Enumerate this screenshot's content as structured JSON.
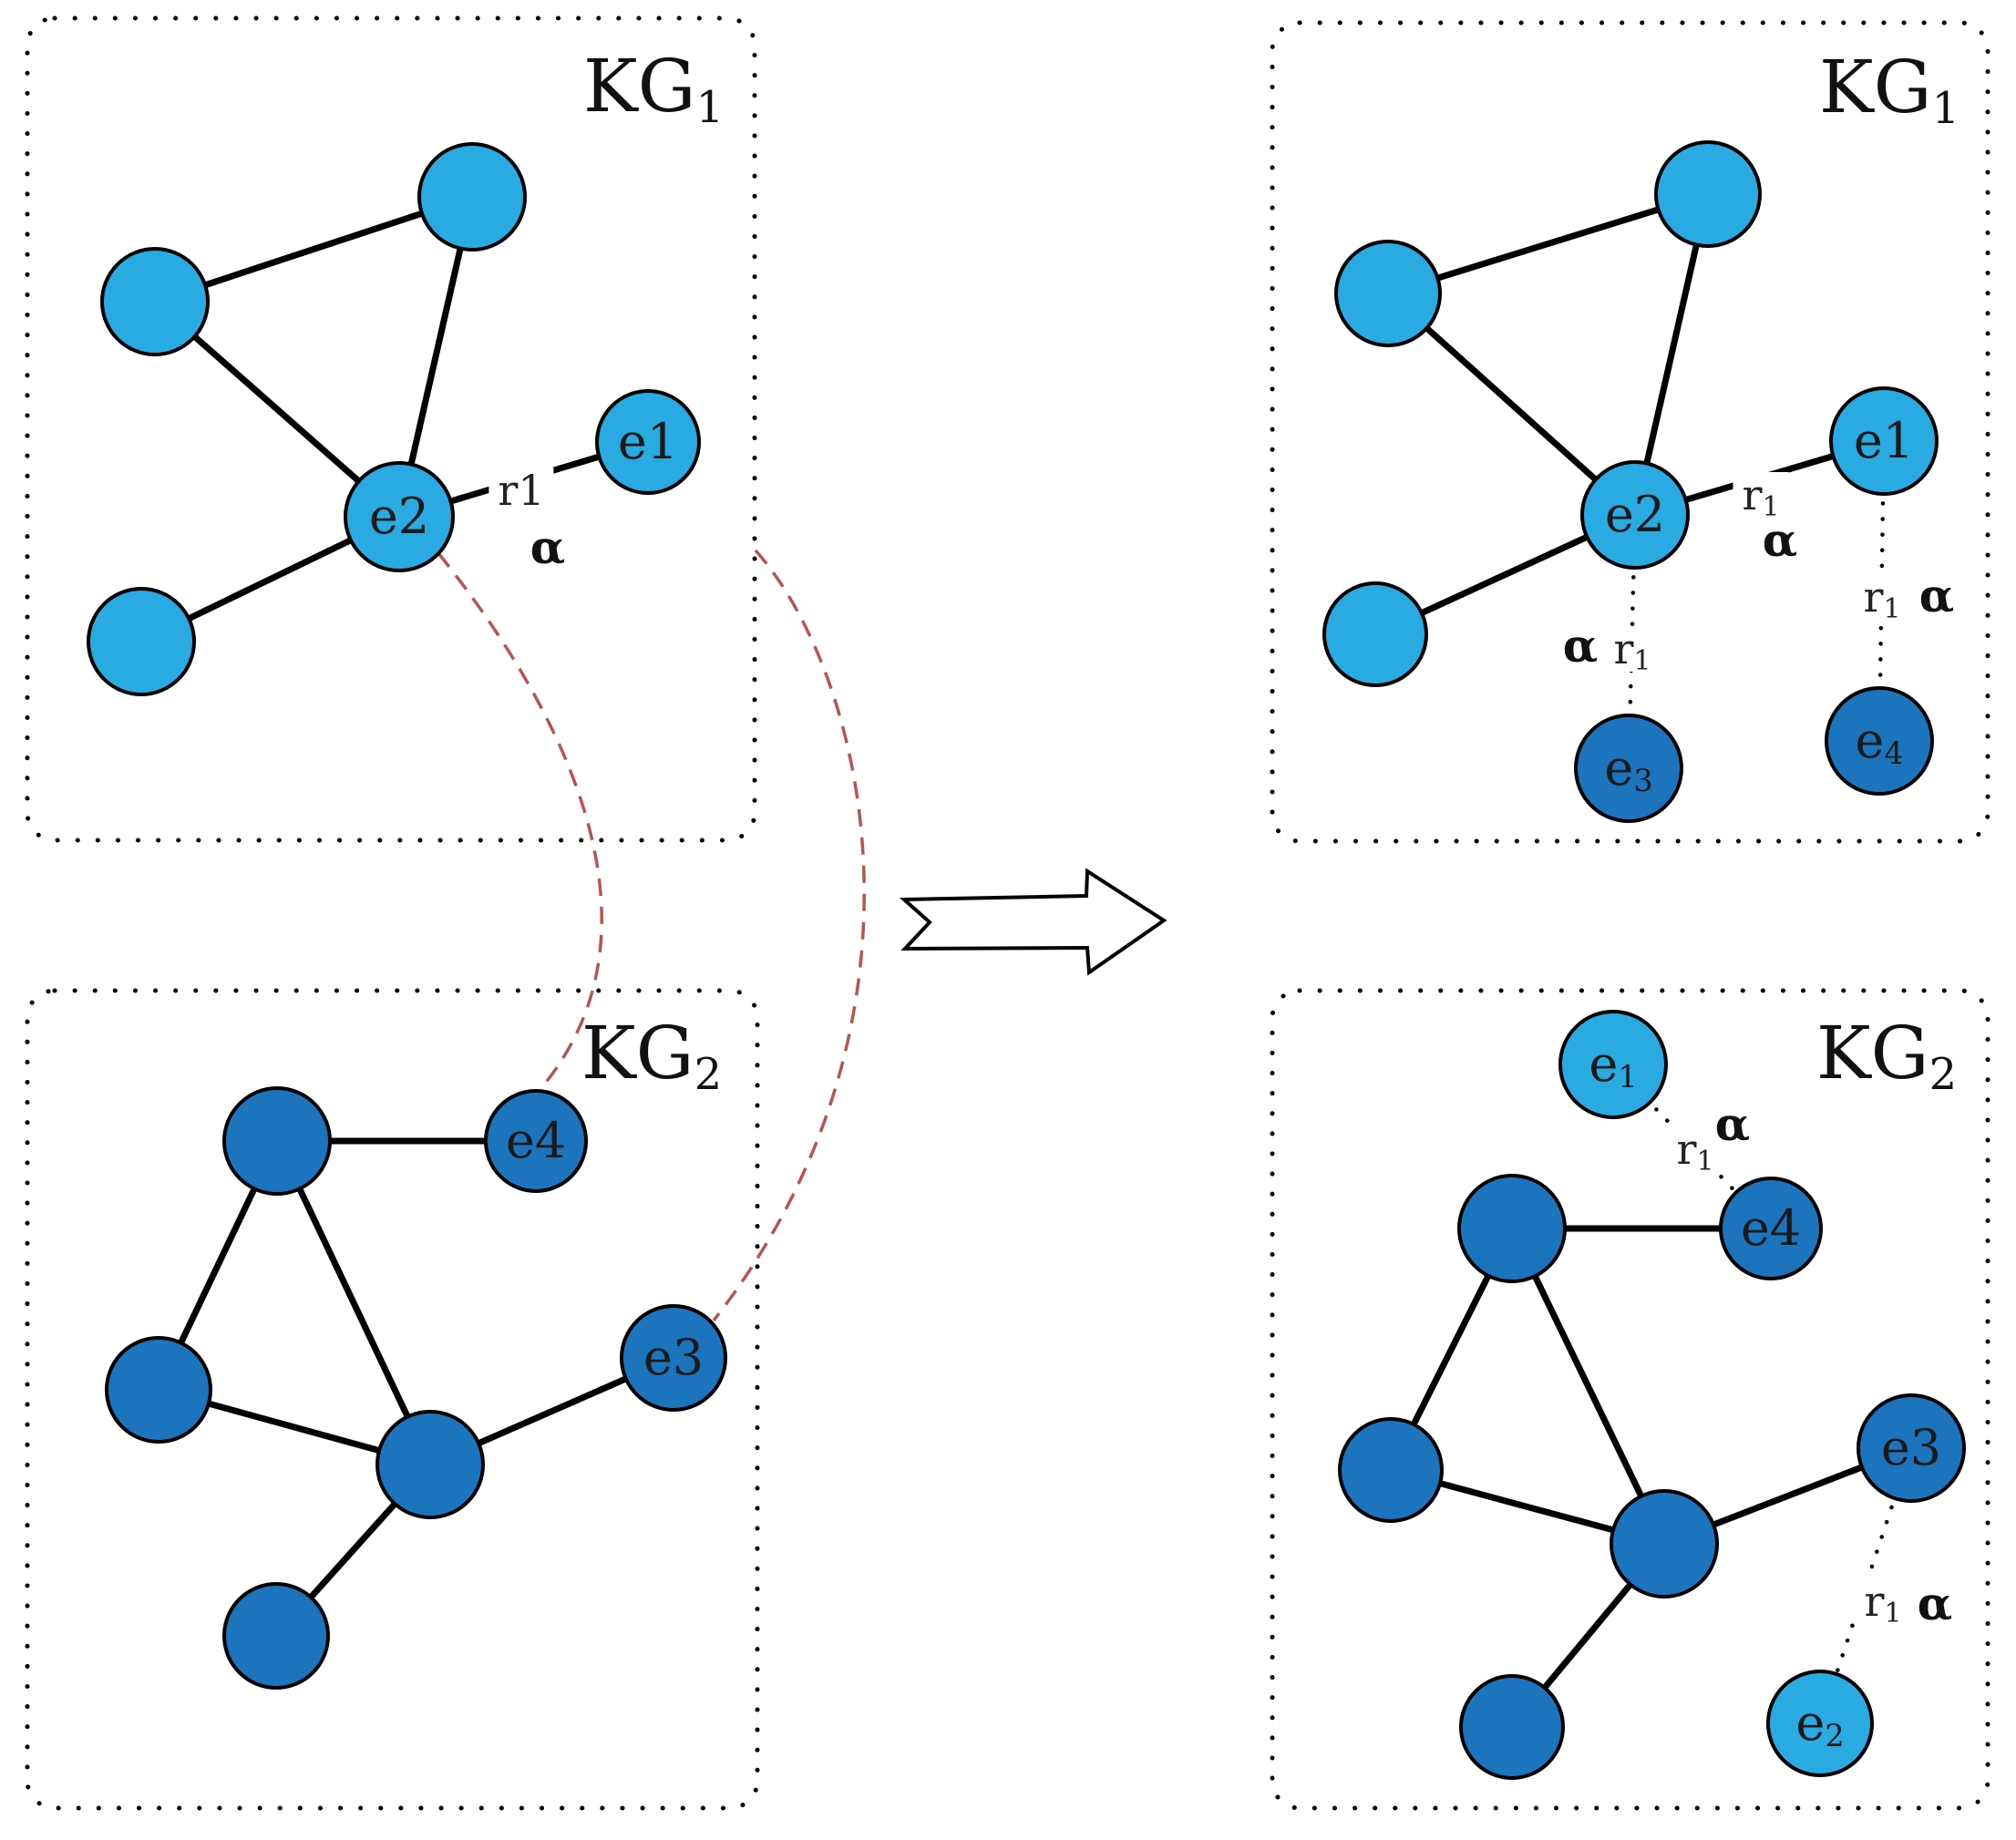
{
  "colors": {
    "light_node": "#29abe2",
    "dark_node": "#1c75bc",
    "stroke": "#000000",
    "alignment_link": "#b85450",
    "background": "#ffffff"
  },
  "icons": {
    "transform_arrow": "right-block-arrow"
  },
  "panels": {
    "kg1_before": {
      "title": {
        "base": "KG",
        "sub": "1"
      },
      "labels": {
        "e1": {
          "base": "e1",
          "sub": ""
        },
        "e2": {
          "base": "e2",
          "sub": ""
        },
        "r_e2_e1": {
          "base": "r1",
          "sub": ""
        },
        "alpha_e2_e1": "α"
      }
    },
    "kg2_before": {
      "title": {
        "base": "KG",
        "sub": "2"
      },
      "labels": {
        "e4": {
          "base": "e4",
          "sub": ""
        },
        "e3": {
          "base": "e3",
          "sub": ""
        }
      }
    },
    "kg1_after": {
      "title": {
        "base": "KG",
        "sub": "1"
      },
      "labels": {
        "e1": {
          "base": "e1",
          "sub": ""
        },
        "e2": {
          "base": "e2",
          "sub": ""
        },
        "e3": {
          "base": "e",
          "sub": "3"
        },
        "e4": {
          "base": "e",
          "sub": "4"
        },
        "r_e2_e1": {
          "base": "r",
          "sub": "1"
        },
        "alpha_e2_e1": "α",
        "alpha_e2_e3": "α",
        "r_e2_e3": {
          "base": "r",
          "sub": "1"
        },
        "r_e1_e4": {
          "base": "r",
          "sub": "1"
        },
        "alpha_e1_e4": "α"
      }
    },
    "kg2_after": {
      "title": {
        "base": "KG",
        "sub": "2"
      },
      "labels": {
        "e1": {
          "base": "e",
          "sub": "1"
        },
        "e2": {
          "base": "e",
          "sub": "2"
        },
        "e4": {
          "base": "e4",
          "sub": ""
        },
        "e3": {
          "base": "e3",
          "sub": ""
        },
        "r_e1_e4": {
          "base": "r",
          "sub": "1"
        },
        "alpha_e1_e4": "α",
        "r_e3_e2": {
          "base": "r",
          "sub": "1"
        },
        "alpha_e3_e2": "α"
      }
    }
  }
}
